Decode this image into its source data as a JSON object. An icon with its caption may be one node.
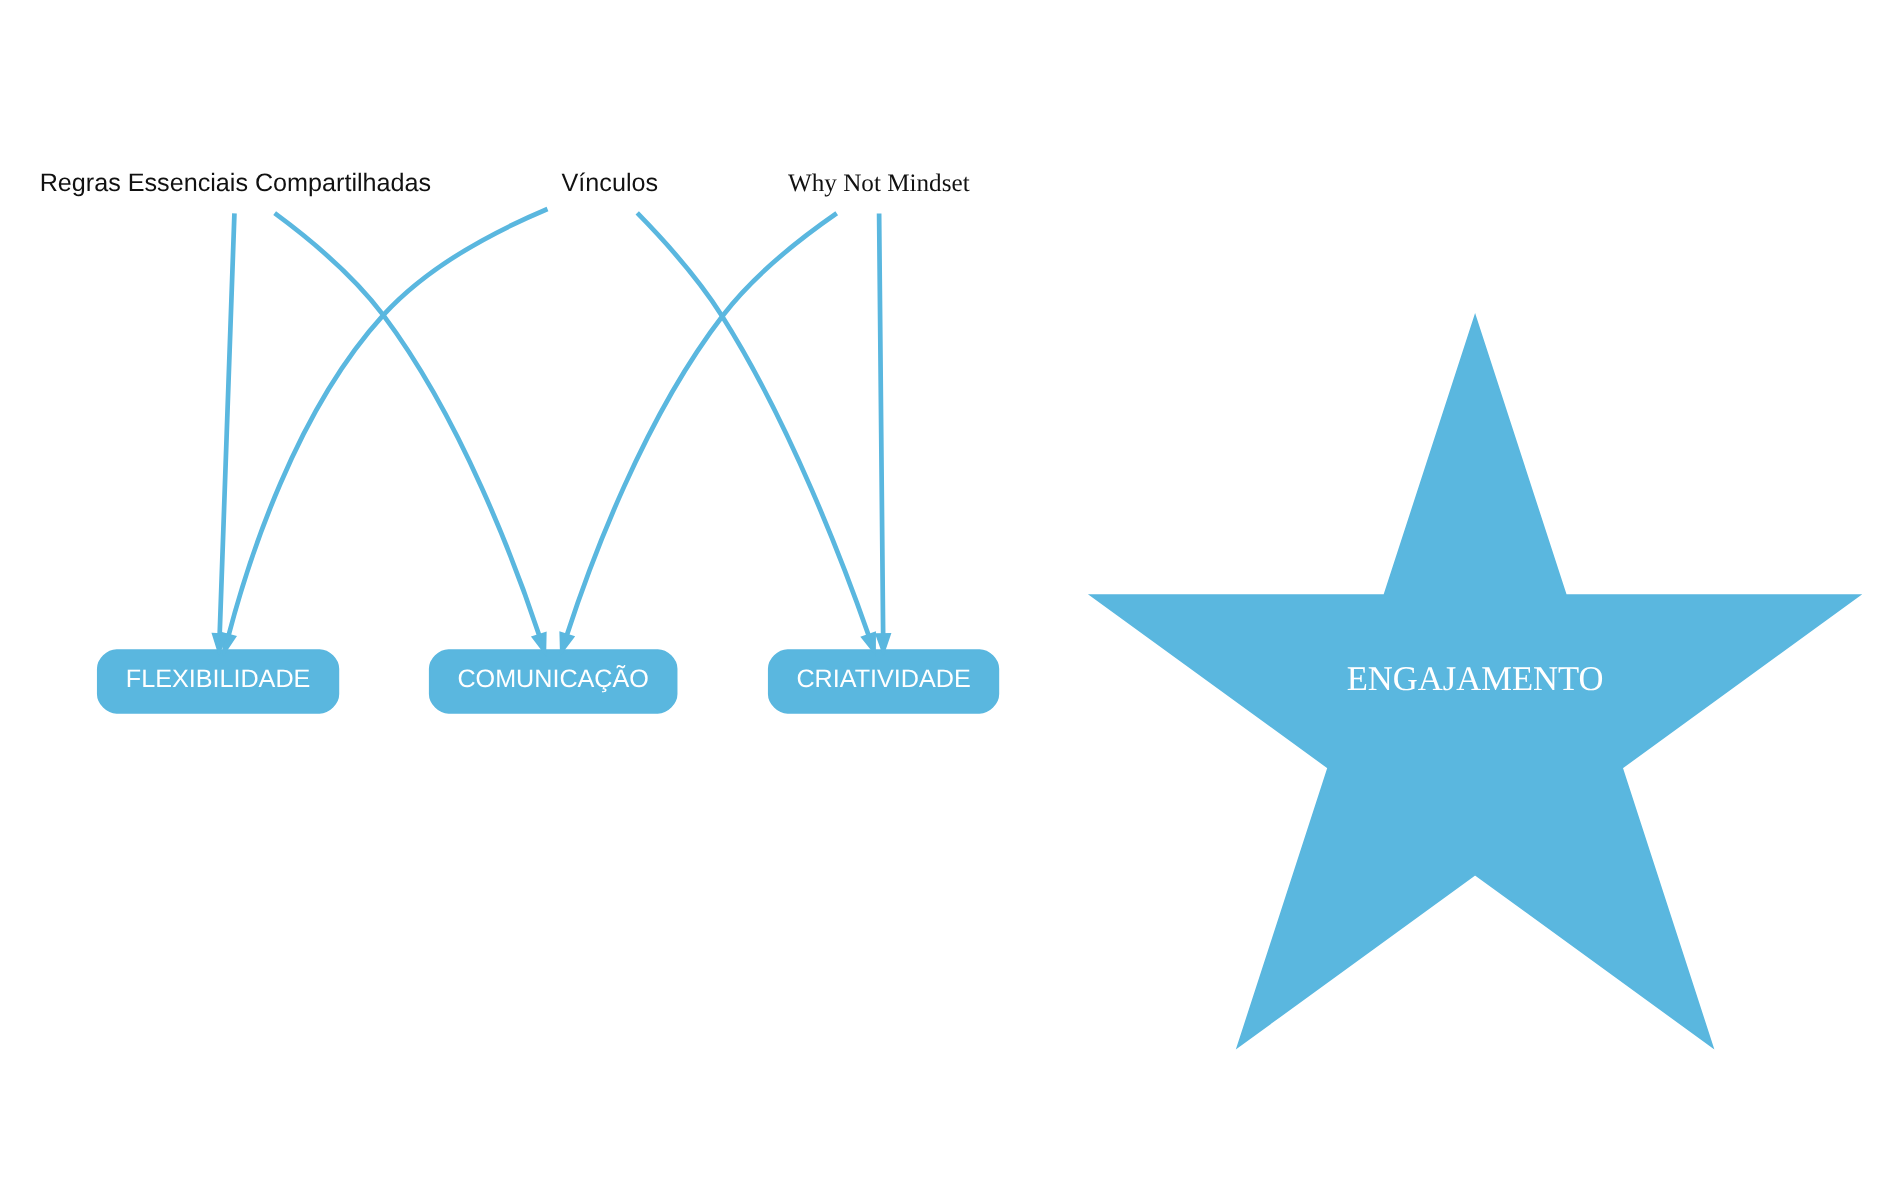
{
  "diagram": {
    "nodes": [
      {
        "text": [
          "Vínculos"
        ]
      },
      {
        "text": [
          "FLEXIBILIDADE"
        ]
      },
      {
        "text": [
          "CRIATIVIDADE"
        ]
      },
      {
        "text": [
          "ENGAJAMENTO"
        ]
      },
      {
        "text": [
          "Regras Essenciais Compartilhadas"
        ]
      },
      {
        "text": [
          "Why Not Mindset"
        ]
      },
      {
        "text": [
          "COMUNICAÇÃO"
        ]
      }
    ],
    "edges": [
      {
        "from": 0,
        "to": 1,
        "arrow": "to"
      },
      {
        "from": 0,
        "to": 2,
        "arrow": "to"
      },
      {
        "from": 4,
        "to": 1,
        "arrow": "to"
      },
      {
        "from": 5,
        "to": 2,
        "arrow": "to"
      },
      {
        "from": 4,
        "to": 6,
        "arrow": "to"
      },
      {
        "from": 5,
        "to": 6,
        "arrow": "to"
      }
    ]
  }
}
